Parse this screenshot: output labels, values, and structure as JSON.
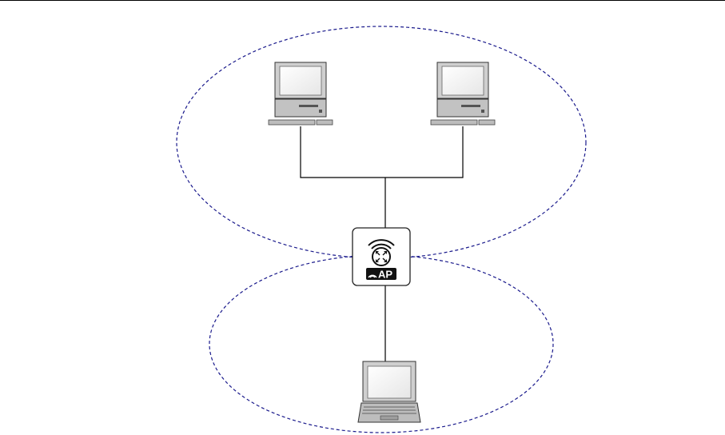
{
  "diagram": {
    "access_point": {
      "badge_text": "AP",
      "icon": "wireless-access-point-icon"
    },
    "devices": [
      {
        "kind": "desktop-computer",
        "icon": "desktop-computer-icon"
      },
      {
        "kind": "desktop-computer",
        "icon": "desktop-computer-icon"
      },
      {
        "kind": "laptop",
        "icon": "laptop-icon"
      }
    ],
    "zones": [
      {
        "name": "upper-wireless-zone",
        "style": "dashed",
        "color": "#1a1a8c"
      },
      {
        "name": "lower-wireless-zone",
        "style": "dashed",
        "color": "#1a1a8c"
      }
    ],
    "colors": {
      "zone_border": "#1a1a8c",
      "link_line": "#000000",
      "device_fill": "#bdbdbd",
      "device_dark": "#444444"
    }
  }
}
